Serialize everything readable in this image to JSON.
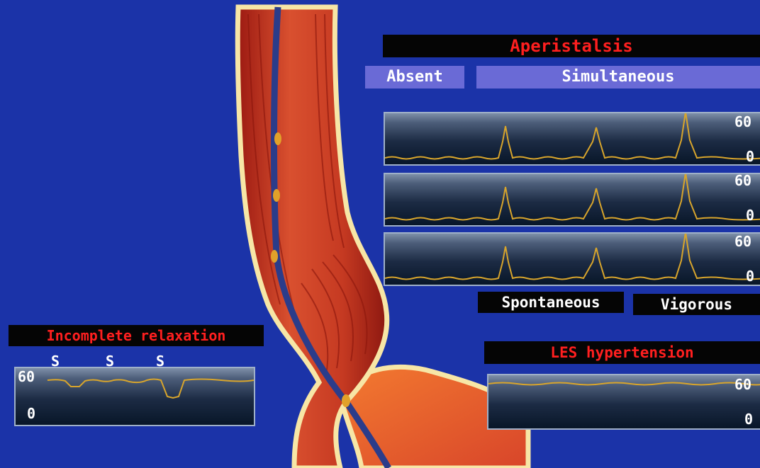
{
  "header": {
    "title": "Aperistalsis"
  },
  "tags": {
    "absent": "Absent",
    "simultaneous": "Simultaneous",
    "spontaneous": "Spontaneous",
    "vigorous": "Vigorous"
  },
  "scale": {
    "max": "60",
    "min": "0"
  },
  "incomplete_relaxation": {
    "title": "Incomplete relaxation",
    "swallow_marker": "S"
  },
  "les_hypertension": {
    "title": "LES hypertension"
  },
  "colors": {
    "background": "#1b33a8",
    "trace": "#d8a52c",
    "title_red": "#ff1f1f",
    "tag_blue": "#6a6ad6"
  }
}
